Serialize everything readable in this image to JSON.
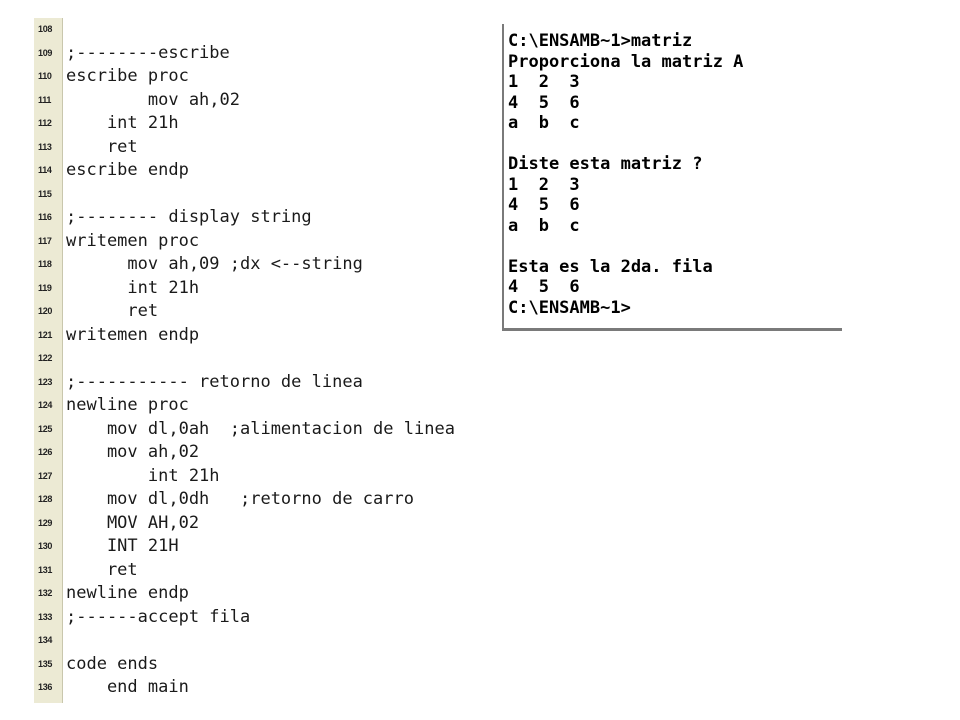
{
  "editor": {
    "lines": [
      {
        "num": "108",
        "text": ""
      },
      {
        "num": "109",
        "text": ";--------escribe"
      },
      {
        "num": "110",
        "text": "escribe proc"
      },
      {
        "num": "111",
        "text": "        mov ah,02"
      },
      {
        "num": "112",
        "text": "    int 21h"
      },
      {
        "num": "113",
        "text": "    ret"
      },
      {
        "num": "114",
        "text": "escribe endp"
      },
      {
        "num": "115",
        "text": ""
      },
      {
        "num": "116",
        "text": ";-------- display string"
      },
      {
        "num": "117",
        "text": "writemen proc"
      },
      {
        "num": "118",
        "text": "      mov ah,09 ;dx <--string"
      },
      {
        "num": "119",
        "text": "      int 21h"
      },
      {
        "num": "120",
        "text": "      ret"
      },
      {
        "num": "121",
        "text": "writemen endp"
      },
      {
        "num": "122",
        "text": ""
      },
      {
        "num": "123",
        "text": ";----------- retorno de linea"
      },
      {
        "num": "124",
        "text": "newline proc"
      },
      {
        "num": "125",
        "text": "    mov dl,0ah  ;alimentacion de linea"
      },
      {
        "num": "126",
        "text": "    mov ah,02"
      },
      {
        "num": "127",
        "text": "        int 21h"
      },
      {
        "num": "128",
        "text": "    mov dl,0dh   ;retorno de carro"
      },
      {
        "num": "129",
        "text": "    MOV AH,02"
      },
      {
        "num": "130",
        "text": "    INT 21H"
      },
      {
        "num": "131",
        "text": "    ret"
      },
      {
        "num": "132",
        "text": "newline endp"
      },
      {
        "num": "133",
        "text": ";------accept fila"
      },
      {
        "num": "134",
        "text": ""
      },
      {
        "num": "135",
        "text": "code ends"
      },
      {
        "num": "136",
        "text": "    end main"
      }
    ]
  },
  "console": {
    "lines": [
      "C:\\ENSAMB~1>matriz",
      "Proporciona la matriz A",
      "1  2  3",
      "4  5  6",
      "a  b  c",
      "",
      "Diste esta matriz ?",
      "1  2  3",
      "4  5  6",
      "a  b  c",
      "",
      "Esta es la 2da. fila",
      "4  5  6",
      "C:\\ENSAMB~1>"
    ]
  }
}
